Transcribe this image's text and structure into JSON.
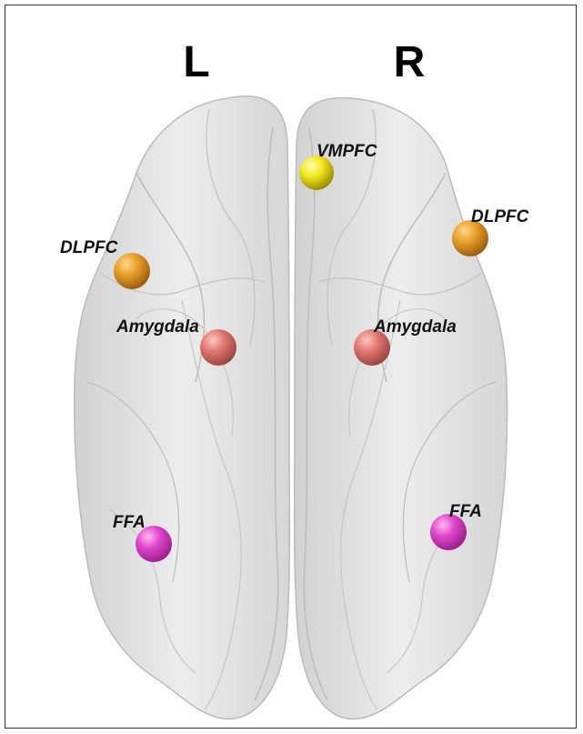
{
  "hemispheres": {
    "left_label": "L",
    "right_label": "R"
  },
  "regions": [
    {
      "key": "vmpfc",
      "label": "VMPFC",
      "color": "#e8e020"
    },
    {
      "key": "dlpfc_left",
      "label": "DLPFC",
      "color": "#e8a020"
    },
    {
      "key": "dlpfc_right",
      "label": "DLPFC",
      "color": "#e8a020"
    },
    {
      "key": "amygdala_left",
      "label": "Amygdala",
      "color": "#e07070"
    },
    {
      "key": "amygdala_right",
      "label": "Amygdala",
      "color": "#e07070"
    },
    {
      "key": "ffa_left",
      "label": "FFA",
      "color": "#e040c8"
    },
    {
      "key": "ffa_right",
      "label": "FFA",
      "color": "#e040c8"
    }
  ]
}
